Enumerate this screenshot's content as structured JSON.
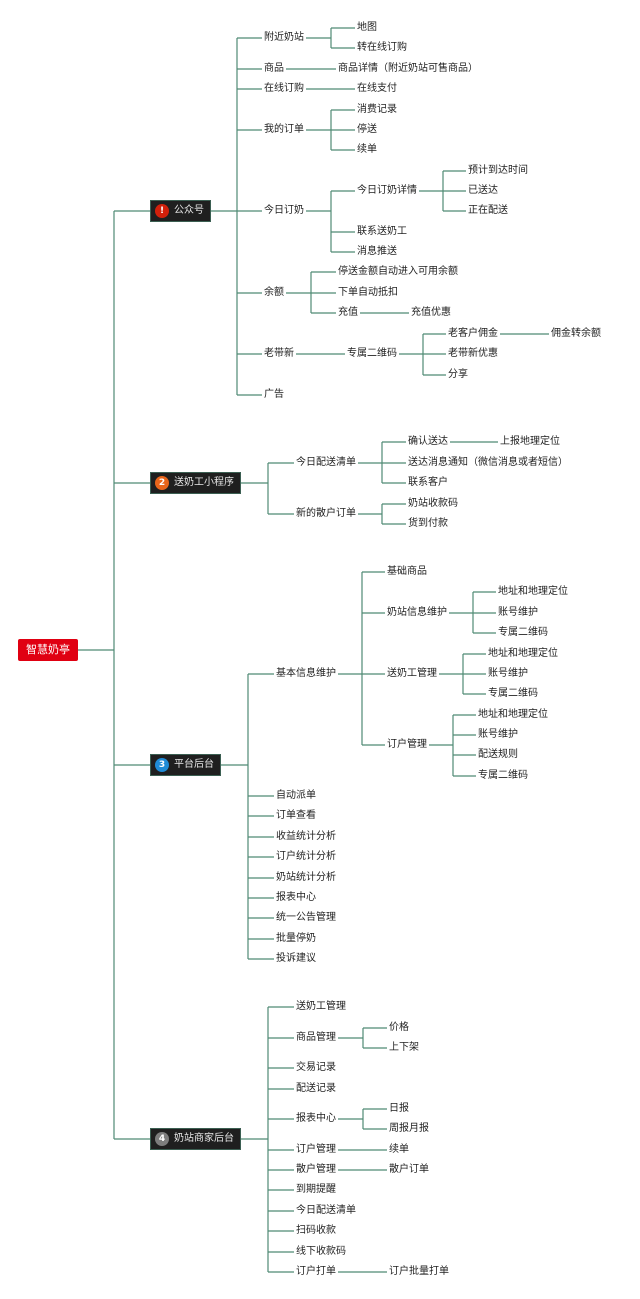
{
  "colors": {
    "link": "#4f8a74",
    "root_bg": "#e00012",
    "branch_bg": "#1f1f1f",
    "badge_1": "#d1200b",
    "badge_2": "#e8651a",
    "badge_3": "#1f8bd6",
    "badge_4": "#7d7d7d"
  },
  "root": {
    "label": "智慧奶亭"
  },
  "branches": [
    {
      "badge": "!",
      "label": "公众号",
      "children": [
        {
          "label": "附近奶站",
          "children": [
            {
              "label": "地图"
            },
            {
              "label": "转在线订购"
            }
          ]
        },
        {
          "label": "商品",
          "children": [
            {
              "label": "商品详情（附近奶站可售商品）"
            }
          ]
        },
        {
          "label": "在线订购",
          "children": [
            {
              "label": "在线支付"
            }
          ]
        },
        {
          "label": "我的订单",
          "children": [
            {
              "label": "消费记录"
            },
            {
              "label": "停送"
            },
            {
              "label": "续单"
            }
          ]
        },
        {
          "label": "今日订奶",
          "children": [
            {
              "label": "今日订奶详情",
              "children": [
                {
                  "label": "预计到达时间"
                },
                {
                  "label": "已送达"
                },
                {
                  "label": "正在配送"
                }
              ]
            },
            {
              "label": "联系送奶工"
            },
            {
              "label": "消息推送"
            }
          ]
        },
        {
          "label": "余额",
          "children": [
            {
              "label": "停送金额自动进入可用余额"
            },
            {
              "label": "下单自动抵扣"
            },
            {
              "label": "充值",
              "children": [
                {
                  "label": "充值优惠"
                }
              ]
            }
          ]
        },
        {
          "label": "老带新",
          "children": [
            {
              "label": "专属二维码",
              "children": [
                {
                  "label": "老客户佣金",
                  "children": [
                    {
                      "label": "佣金转余额"
                    }
                  ]
                },
                {
                  "label": "老带新优惠"
                },
                {
                  "label": "分享"
                }
              ]
            }
          ]
        },
        {
          "label": "广告"
        }
      ]
    },
    {
      "badge": "2",
      "label": "送奶工小程序",
      "children": [
        {
          "label": "今日配送清单",
          "children": [
            {
              "label": "确认送达",
              "children": [
                {
                  "label": "上报地理定位"
                }
              ]
            },
            {
              "label": "送达消息通知（微信消息或者短信）"
            },
            {
              "label": "联系客户"
            }
          ]
        },
        {
          "label": "新的散户订单",
          "children": [
            {
              "label": "奶站收款码"
            },
            {
              "label": "货到付款"
            }
          ]
        }
      ]
    },
    {
      "badge": "3",
      "label": "平台后台",
      "children": [
        {
          "label": "基本信息维护",
          "children": [
            {
              "label": "基础商品"
            },
            {
              "label": "奶站信息维护",
              "children": [
                {
                  "label": "地址和地理定位"
                },
                {
                  "label": "账号维护"
                },
                {
                  "label": "专属二维码"
                }
              ]
            },
            {
              "label": "送奶工管理",
              "children": [
                {
                  "label": "地址和地理定位"
                },
                {
                  "label": "账号维护"
                },
                {
                  "label": "专属二维码"
                }
              ]
            },
            {
              "label": "订户管理",
              "children": [
                {
                  "label": "地址和地理定位"
                },
                {
                  "label": "账号维护"
                },
                {
                  "label": "配送规则"
                },
                {
                  "label": "专属二维码"
                }
              ]
            }
          ]
        },
        {
          "label": "自动派单"
        },
        {
          "label": "订单查看"
        },
        {
          "label": "收益统计分析"
        },
        {
          "label": "订户统计分析"
        },
        {
          "label": "奶站统计分析"
        },
        {
          "label": "报表中心"
        },
        {
          "label": "统一公告管理"
        },
        {
          "label": "批量停奶"
        },
        {
          "label": "投诉建议"
        }
      ]
    },
    {
      "badge": "4",
      "label": "奶站商家后台",
      "children": [
        {
          "label": "送奶工管理"
        },
        {
          "label": "商品管理",
          "children": [
            {
              "label": "价格"
            },
            {
              "label": "上下架"
            }
          ]
        },
        {
          "label": "交易记录"
        },
        {
          "label": "配送记录"
        },
        {
          "label": "报表中心",
          "children": [
            {
              "label": "日报"
            },
            {
              "label": "周报月报"
            }
          ]
        },
        {
          "label": "订户管理",
          "children": [
            {
              "label": "续单"
            }
          ]
        },
        {
          "label": "散户管理",
          "children": [
            {
              "label": "散户订单"
            }
          ]
        },
        {
          "label": "到期提醒"
        },
        {
          "label": "今日配送清单"
        },
        {
          "label": "扫码收款"
        },
        {
          "label": "线下收款码"
        },
        {
          "label": "订户打单",
          "children": [
            {
              "label": "订户批量打单"
            }
          ]
        }
      ]
    }
  ]
}
